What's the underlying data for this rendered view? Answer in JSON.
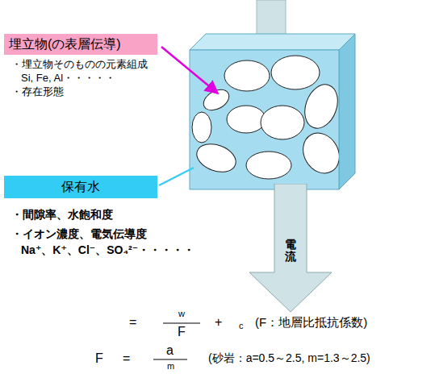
{
  "diagram": {
    "nodes": [
      {
        "text": [
          "埋立物(の表層伝導)"
        ]
      },
      {
        "text": [
          "保有水"
        ]
      },
      {
        "text": [
          "電流"
        ]
      }
    ],
    "labels": [
      "・埋立物そのものの元素組成",
      "Si, Fe, Al・・・・・",
      "・存在形態",
      "・間隙率、水飽和度",
      "・イオン濃度、電気伝導度",
      "Na⁺、K⁺、Cl⁻、SO₄²⁻・・・・・",
      "=",
      "w",
      "F",
      "+",
      "c",
      "(F：地層比抵抗係数)",
      "F",
      "=",
      "a",
      "m",
      "(砂岩：a=0.5～2.5, m=1.3～2.5)"
    ]
  }
}
